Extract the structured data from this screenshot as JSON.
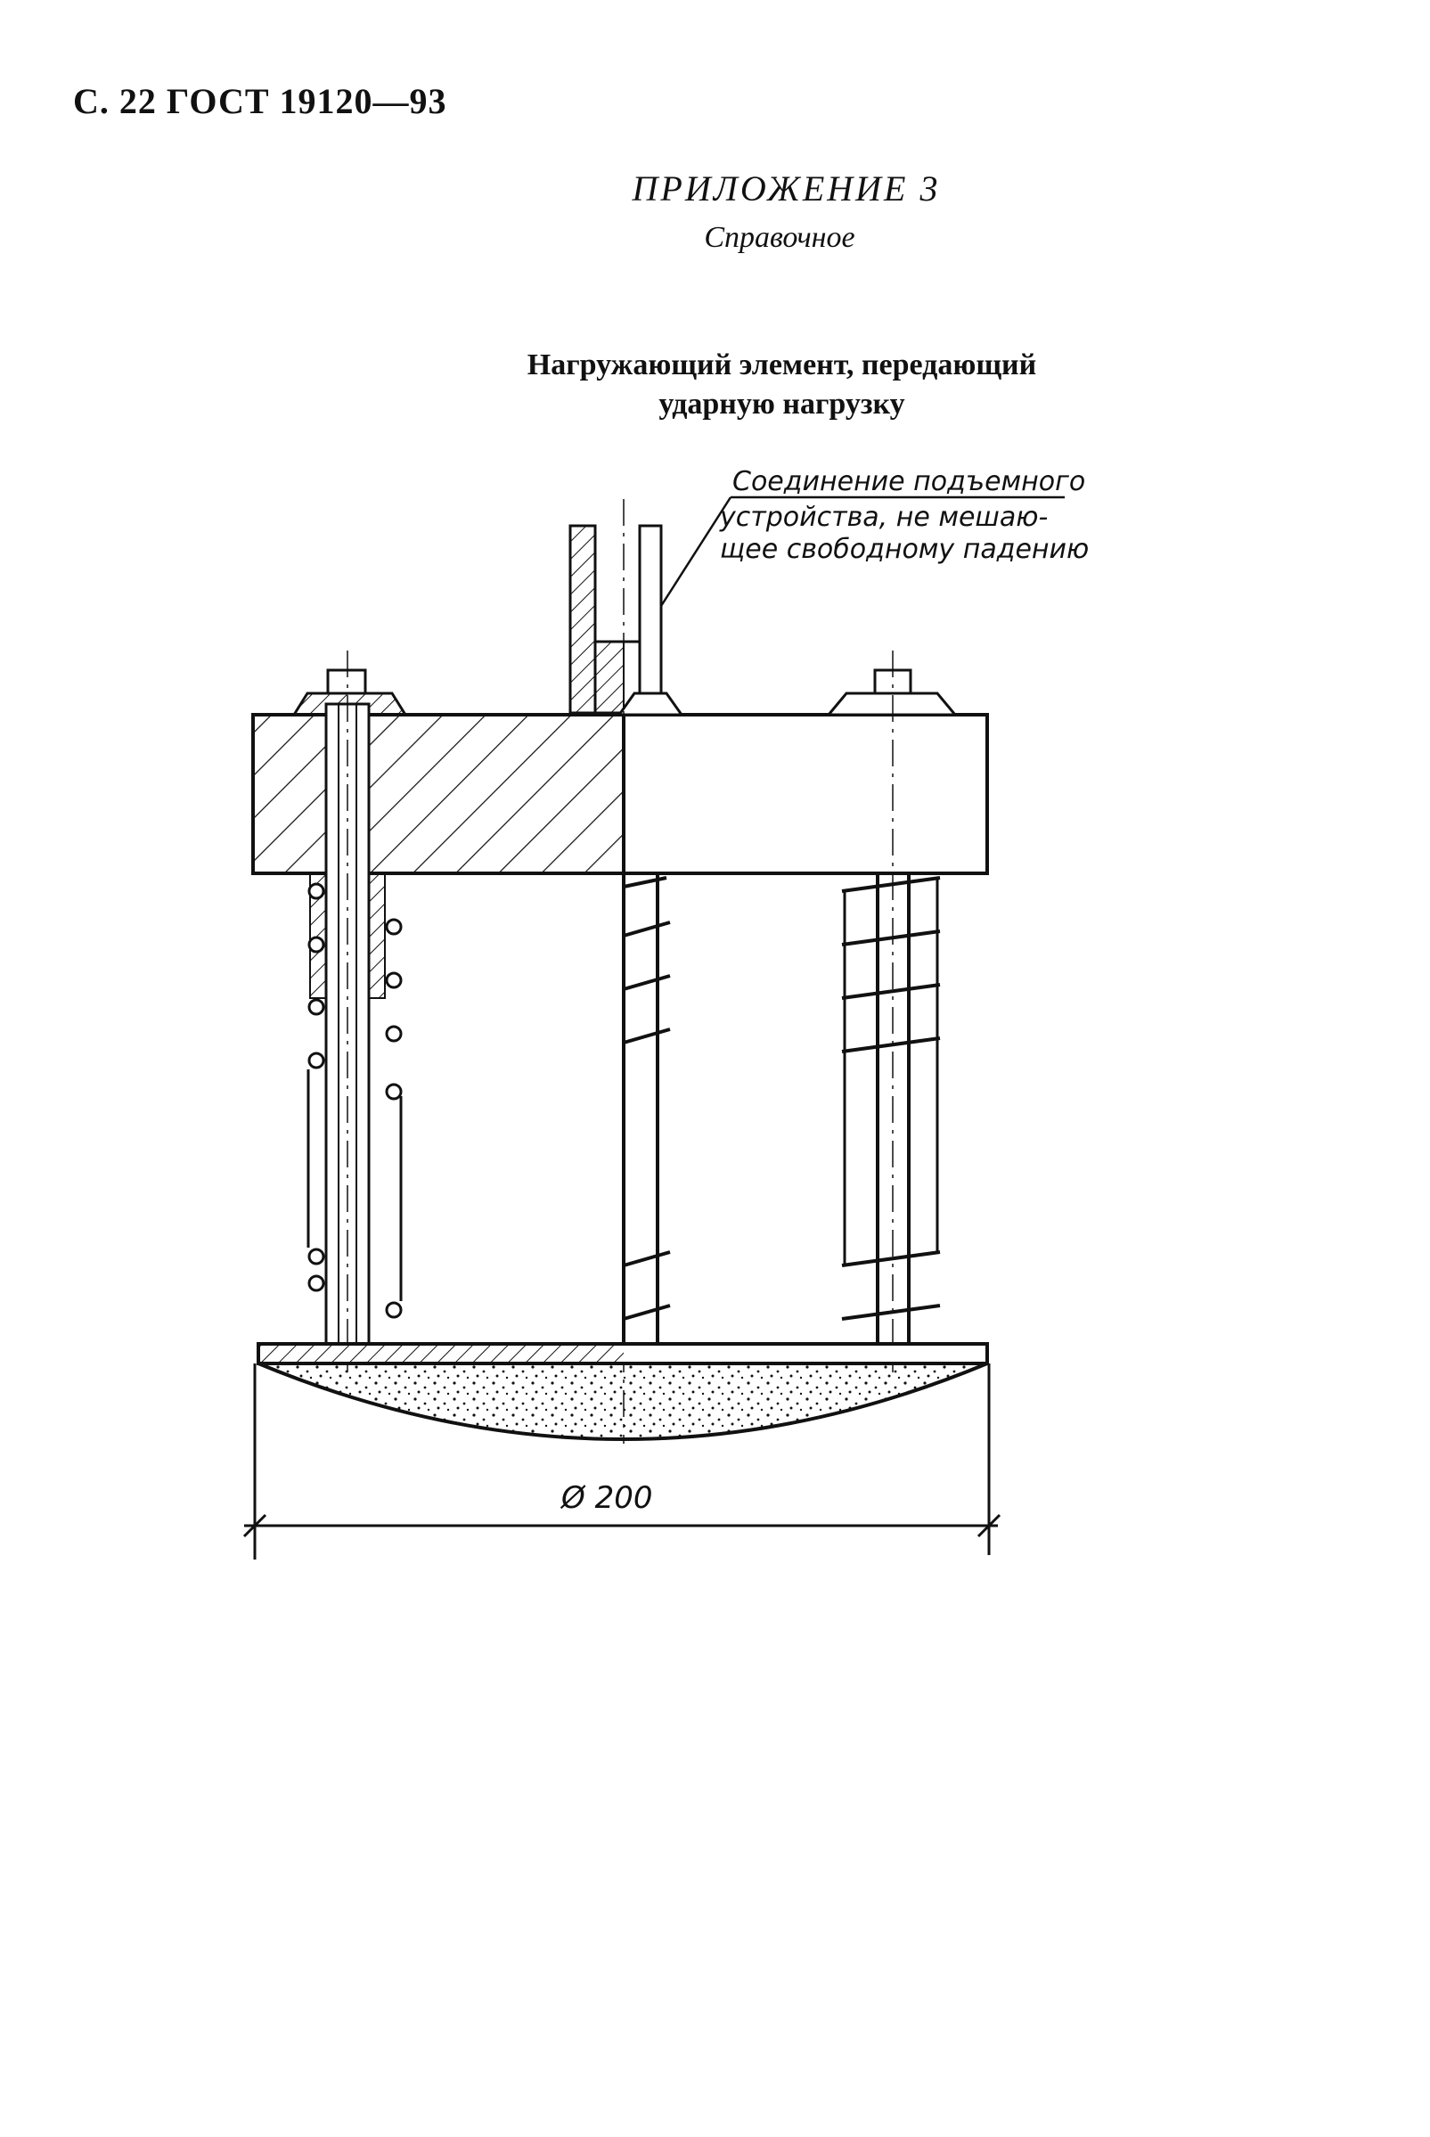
{
  "page": {
    "header": "С. 22 ГОСТ 19120—93",
    "appendix_title": "ПРИЛОЖЕНИЕ 3",
    "appendix_subtitle": "Справочное",
    "figure_title_line1": "Нагружающий элемент, передающий",
    "figure_title_line2": "ударную нагрузку"
  },
  "drawing": {
    "callout_line1": "Соединение подъемного",
    "callout_line2": "устройства, не мешаю-",
    "callout_line3": "щее свободному падению",
    "dimension_label": "Ø 200"
  }
}
